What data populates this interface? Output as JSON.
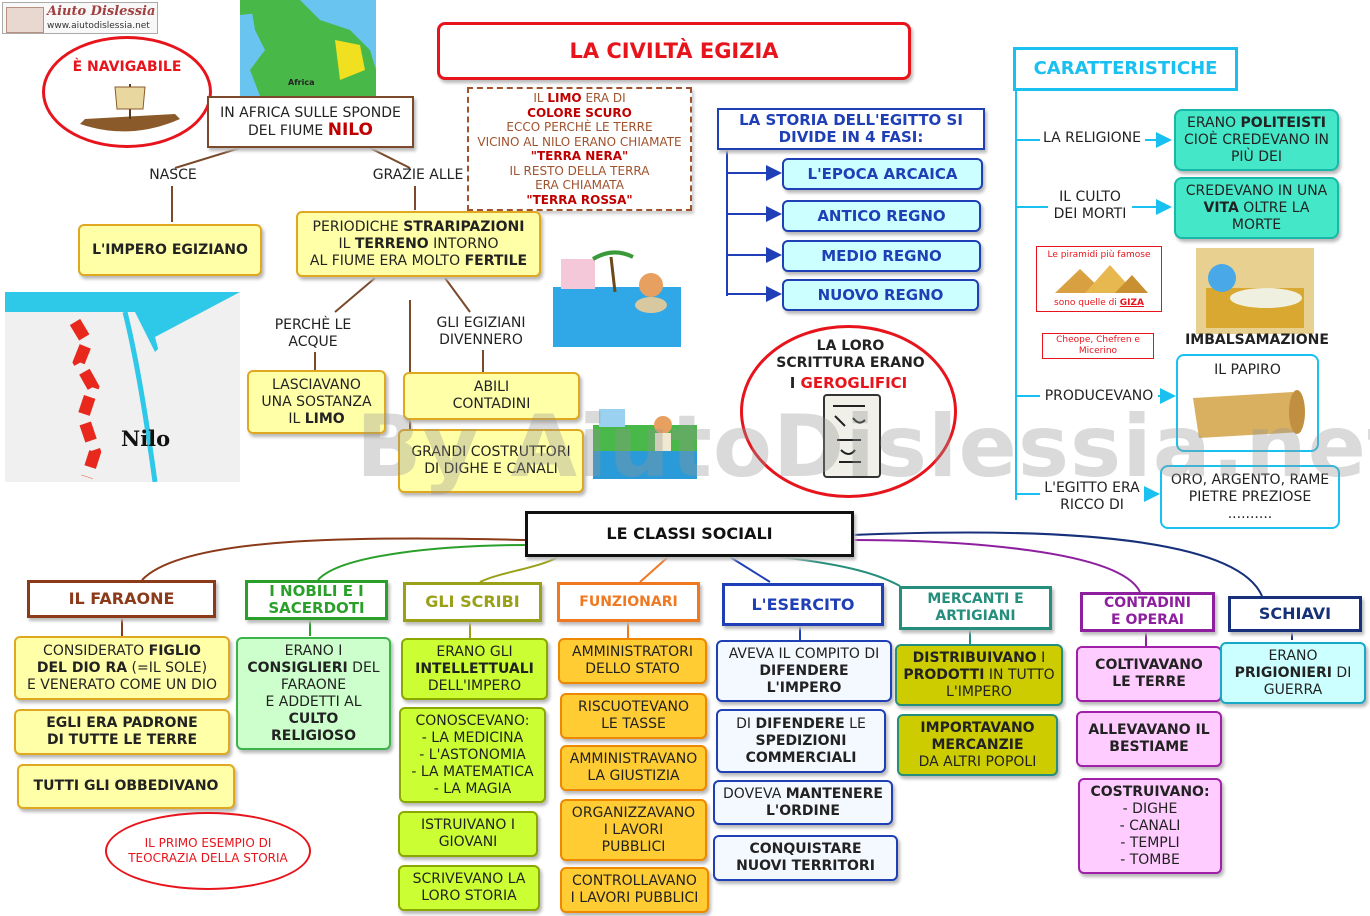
{
  "brand": {
    "name": "Aiuto Dislessia",
    "url": "www.aiutodislessia.net"
  },
  "watermark": "By AiutoDislessia.net",
  "title": "LA CIVILTÀ EGIZIA",
  "map_label": "Africa",
  "nilo_map_label": "Nilo",
  "navigabile": "È NAVIGABILE",
  "nilo_box": {
    "text": "IN AFRICA SULLE SPONDE DEL FIUME",
    "bold": "NILO"
  },
  "label_nasce": "NASCE",
  "label_grazie": "GRAZIE ALLE",
  "impero": "L'IMPERO EGIZIANO",
  "limo_box": {
    "l1a": "IL ",
    "l1b": "LIMO",
    "l1c": " ERA DI",
    "l2": "COLORE SCURO",
    "l3": "ECCO PERCHÈ LE TERRE",
    "l4": "VICINO AL NILO ERANO CHIAMATE",
    "l5": "\"TERRA NERA\"",
    "l6": "IL RESTO DELLA TERRA",
    "l7": "ERA CHIAMATA",
    "l8": "\"TERRA ROSSA\""
  },
  "straripazioni": {
    "a": "PERIODICHE ",
    "b": "STRARIPAZIONI",
    "c": "IL ",
    "d": "TERRENO",
    "e": " INTORNO",
    "f": "AL FIUME ERA MOLTO ",
    "g": "FERTILE"
  },
  "label_perche": "PERCHÈ LE ACQUE",
  "label_egiziani": "GLI EGIZIANI DIVENNERO",
  "lasciavano": {
    "a": "LASCIAVANO UNA SOSTANZA",
    "b": "IL ",
    "c": "LIMO"
  },
  "contadini_abili": "ABILI CONTADINI",
  "costruttori": "GRANDI COSTRUTTORI DI DIGHE E CANALI",
  "storia": {
    "title": "LA STORIA DELL'EGITTO SI DIVIDE IN 4 FASI:",
    "phases": [
      "L'EPOCA ARCAICA",
      "ANTICO REGNO",
      "MEDIO REGNO",
      "NUOVO REGNO"
    ]
  },
  "scrittura": {
    "a": "LA LORO SCRITTURA ERANO",
    "b": "I ",
    "c": "GEROGLIFICI"
  },
  "caratteristiche": {
    "title": "CARATTERISTICHE",
    "religione_label": "LA RELIGIONE",
    "religione": {
      "a": "ERANO ",
      "b": "POLITEISTI",
      "c": "CIOÈ CREDEVANO IN PIÙ DEI"
    },
    "culto_label": "IL CULTO DEI MORTI",
    "culto": {
      "a": "CREDEVANO IN UNA ",
      "b": "VITA",
      "c": " OLTRE LA MORTE"
    },
    "piramidi": {
      "a": "Le piramidi più famose",
      "b": "sono quelle di ",
      "c": "GIZA"
    },
    "faraoni_piramidi": "Cheope, Chefren e Micerino",
    "imbalsamazione": "IMBALSAMAZIONE",
    "producevano_label": "PRODUCEVANO",
    "papiro": "IL PAPIRO",
    "ricco_label": "L'EGITTO ERA RICCO DI",
    "ricchezze": [
      "ORO, ARGENTO, RAME",
      "PIETRE PREZIOSE",
      ".........."
    ]
  },
  "classi": {
    "title": "LE CLASSI SOCIALI",
    "faraone": {
      "title": "IL FARAONE",
      "b1": {
        "a": "CONSIDERATO ",
        "b": "FIGLIO",
        "c": "DEL DIO RA",
        "d": " (=IL SOLE)",
        "e": "E VENERATO COME UN DIO"
      },
      "b2": "EGLI ERA PADRONE DI TUTTE LE TERRE",
      "b3": "TUTTI GLI OBBEDIVANO",
      "teocrazia": "IL PRIMO ESEMPIO DI TEOCRAZIA DELLA STORIA"
    },
    "nobili": {
      "title": "I NOBILI E I SACERDOTI",
      "b1": {
        "a": "ERANO I",
        "b": "CONSIGLIERI",
        "c": " DEL FARAONE",
        "d": "E ADDETTI AL",
        "e": "CULTO RELIGIOSO"
      }
    },
    "scribi": {
      "title": "GLI SCRIBI",
      "b1": {
        "a": "ERANO GLI",
        "b": "INTELLETTUALI",
        "c": "DELL'IMPERO"
      },
      "b2": {
        "a": "CONOSCEVANO:",
        "items": [
          "- LA MEDICINA",
          "- L'ASTONOMIA",
          "- LA MATEMATICA",
          "- LA MAGIA"
        ]
      },
      "b3": "ISTRUIVANO I GIOVANI",
      "b4": "SCRIVEVANO LA LORO STORIA"
    },
    "funzionari": {
      "title": "FUNZIONARI",
      "items": [
        "AMMINISTRATORI DELLO STATO",
        "RISCUOTEVANO LE TASSE",
        "AMMINISTRAVANO LA GIUSTIZIA",
        "ORGANIZZAVANO I LAVORI PUBBLICI",
        "CONTROLLAVANO I LAVORI PUBBLICI"
      ]
    },
    "esercito": {
      "title": "L'ESERCITO",
      "b1": {
        "a": "AVEVA IL COMPITO DI ",
        "b": "DIFENDERE L'IMPERO"
      },
      "b2": {
        "a": "DI ",
        "b": "DIFENDERE",
        "c": " LE ",
        "d": "SPEDIZIONI COMMERCIALI"
      },
      "b3": {
        "a": "DOVEVA ",
        "b": "MANTENERE L'ORDINE"
      },
      "b4": "CONQUISTARE NUOVI TERRITORI"
    },
    "mercanti": {
      "title": "MERCANTI E ARTIGIANI",
      "b1": {
        "a": "DISTRIBUIVANO",
        "b": " I ",
        "c": "PRODOTTI",
        "d": " IN TUTTO L'IMPERO"
      },
      "b2": {
        "a": "IMPORTAVANO MERCANZIE",
        "b": "DA ALTRI POPOLI"
      }
    },
    "contadini": {
      "title": "CONTADINI E OPERAI",
      "b1": "COLTIVAVANO LE TERRE",
      "b2": "ALLEVAVANO IL BESTIAME",
      "b3": {
        "a": "COSTRUIVANO:",
        "items": [
          "- DIGHE",
          "- CANALI",
          "- TEMPLI",
          "- TOMBE"
        ]
      }
    },
    "schiavi": {
      "title": "SCHIAVI",
      "b1": {
        "a": "ERANO",
        "b": "PRIGIONIERI",
        "c": " DI GUERRA"
      }
    }
  },
  "colors": {
    "title_red": "#e8141c",
    "nilo_red": "#c00000",
    "heading_blue": "#1f3fb6",
    "cyan": "#19c0f0"
  }
}
